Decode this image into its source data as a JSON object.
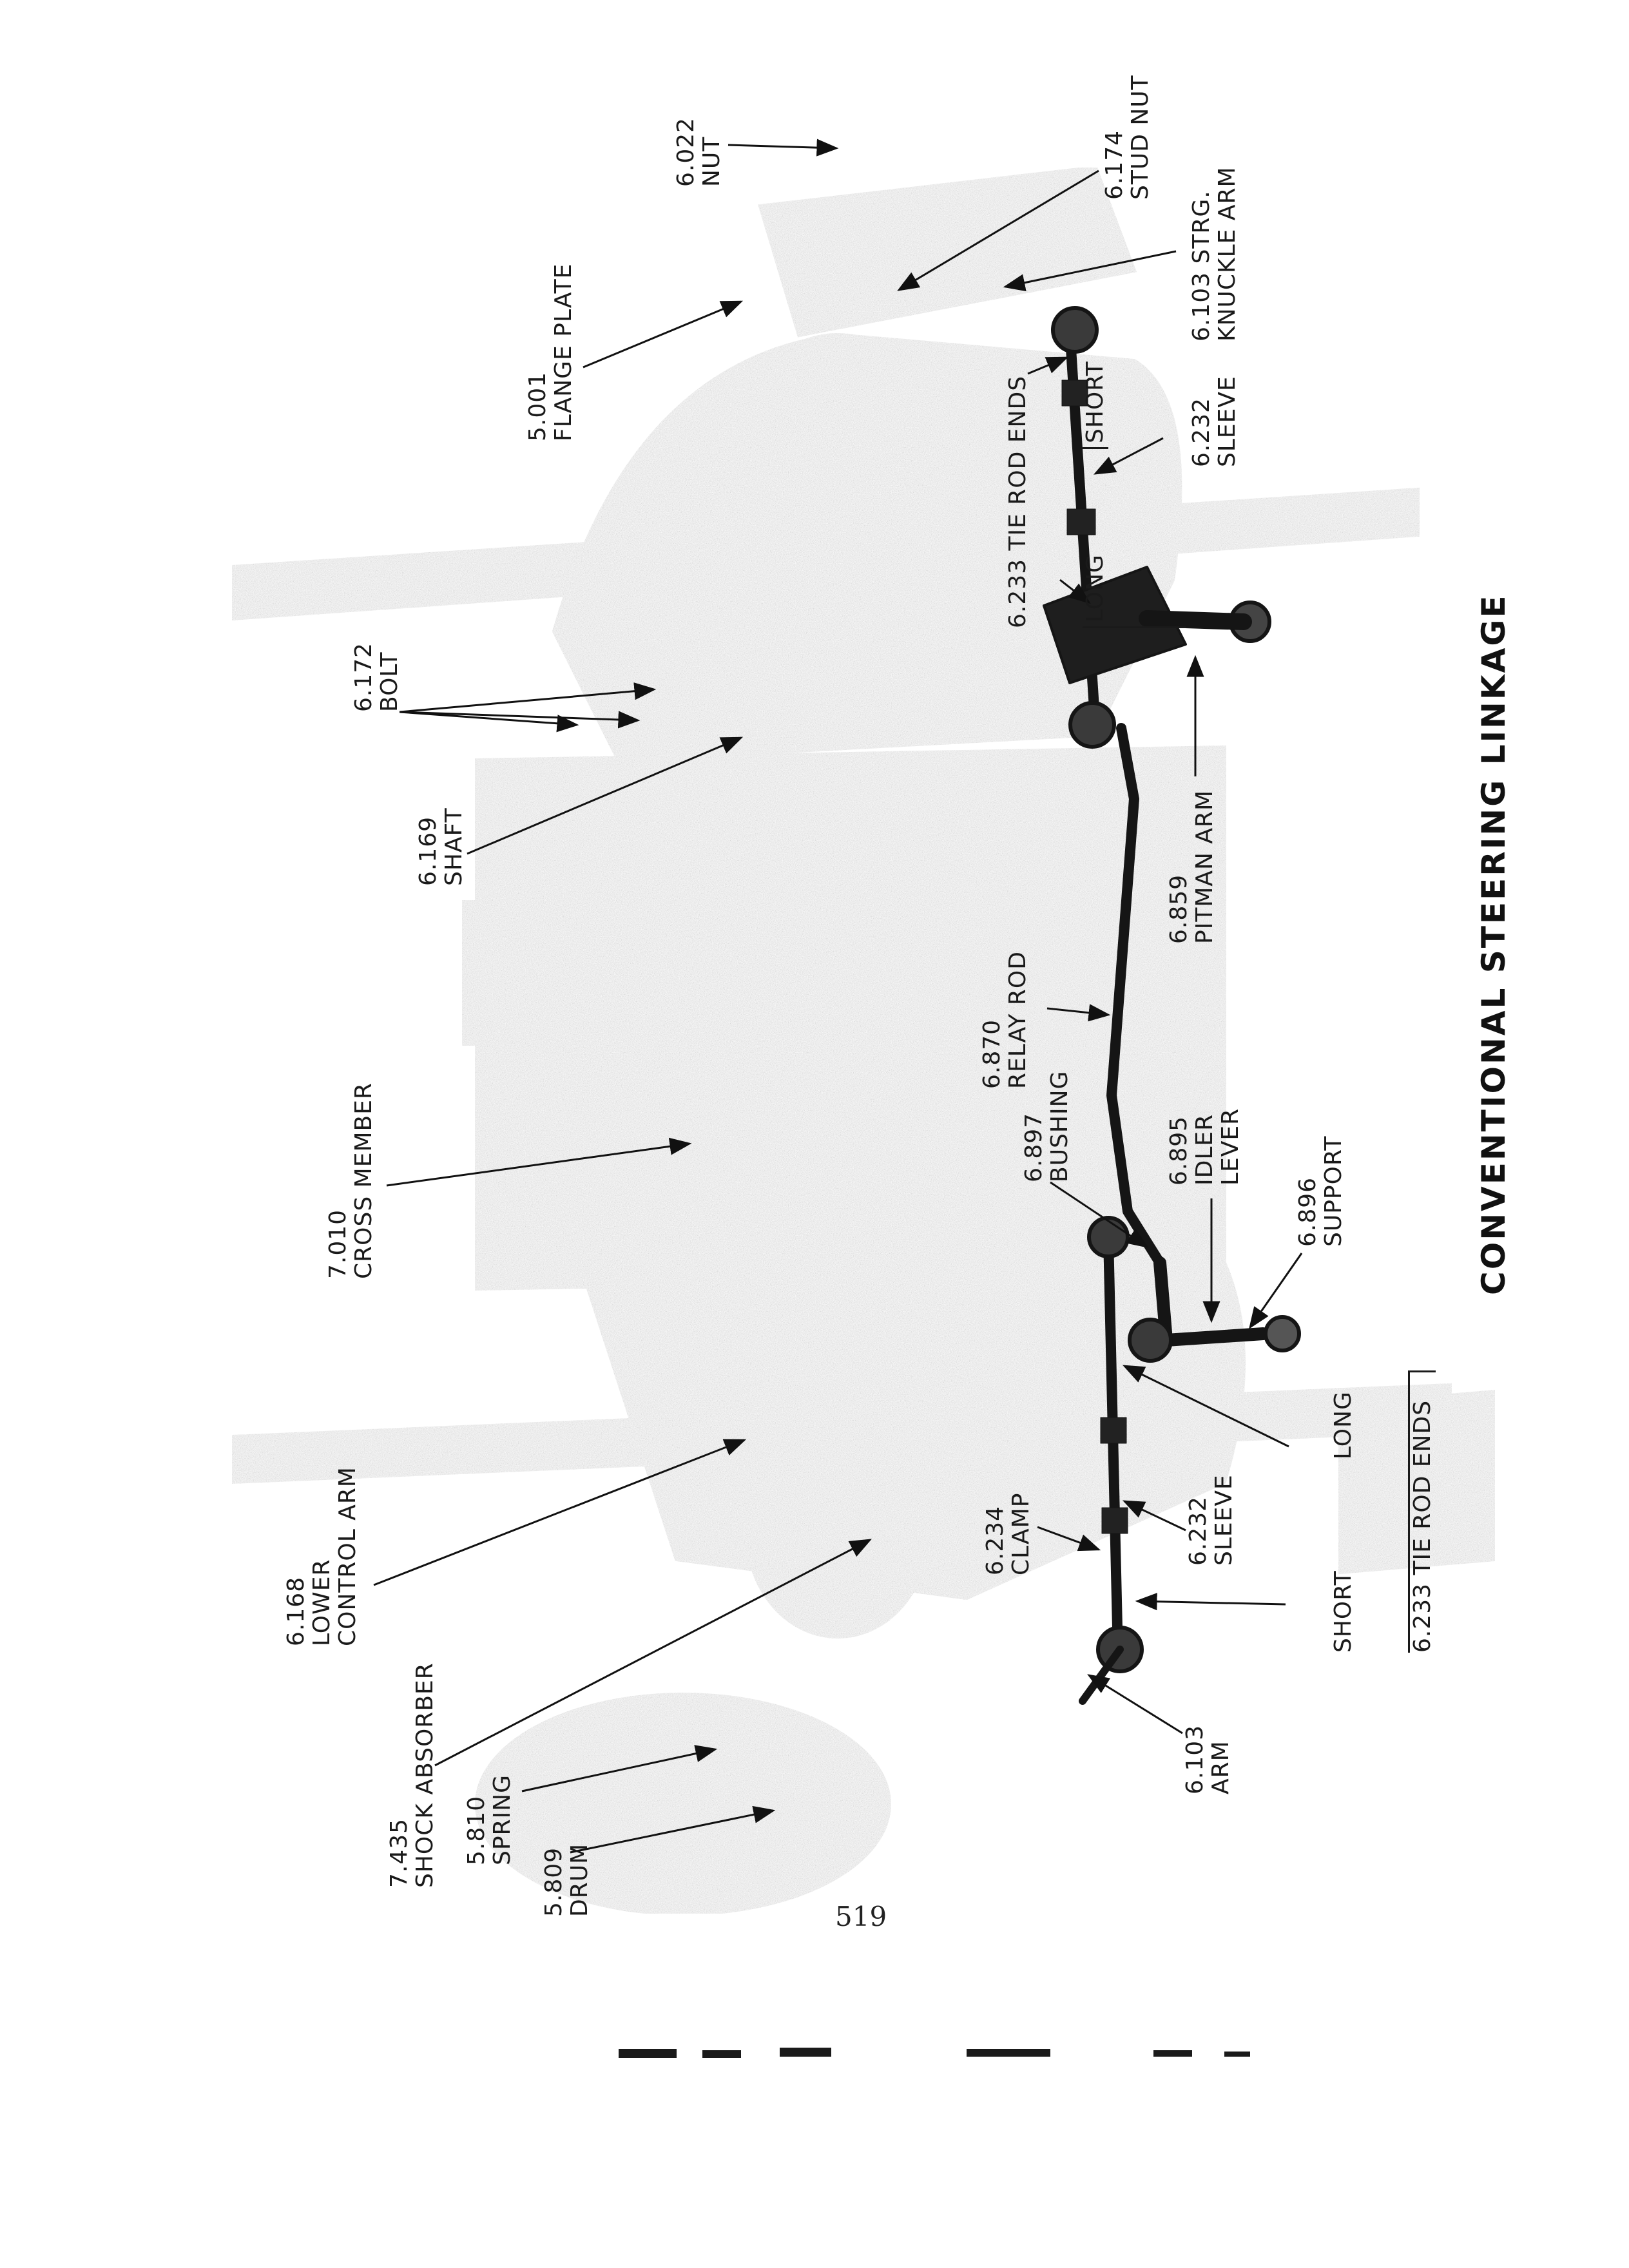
{
  "labels": {
    "nut": [
      "6.022",
      "NUT"
    ],
    "flange_plate": [
      "5.001",
      "FLANGE PLATE"
    ],
    "stud_nut": [
      "6.174",
      "STUD NUT"
    ],
    "strg_knuckle_arm": [
      "6.103 STRG.",
      "KNUCKLE ARM"
    ],
    "sleeve_right": [
      "6.232",
      "SLEEVE"
    ],
    "tie_rod_ends_right": {
      "head": "6.233 TIE ROD ENDS",
      "long": "LONG",
      "short": "SHORT"
    },
    "bolt": [
      "6.172",
      "BOLT"
    ],
    "shaft": [
      "6.169",
      "SHAFT"
    ],
    "pitman_arm": [
      "6.859",
      "PITMAN ARM"
    ],
    "relay_rod": [
      "6.870",
      "RELAY ROD"
    ],
    "cross_member": [
      "7.010",
      "CROSS MEMBER"
    ],
    "bushing": [
      "6.897",
      "BUSHING"
    ],
    "idler_lever": [
      "6.895",
      "IDLER",
      "LEVER"
    ],
    "support": [
      "6.896",
      "SUPPORT"
    ],
    "lower_control_arm": [
      "6.168",
      "LOWER",
      "CONTROL ARM"
    ],
    "tie_rod_ends_left": {
      "long": "LONG",
      "short": "SHORT",
      "head": "6.233 TIE ROD ENDS"
    },
    "clamp": [
      "6.234",
      "CLAMP"
    ],
    "sleeve_left": [
      "6.232",
      "SLEEVE"
    ],
    "shock_absorber": [
      "7.435",
      "SHOCK ABSORBER"
    ],
    "spring": [
      "5.810",
      "SPRING"
    ],
    "drum": [
      "5.809",
      "DRUM"
    ],
    "arm": [
      "6.103",
      "ARM"
    ]
  },
  "title": "CONVENTIONAL STEERING LINKAGE",
  "page_number": "519"
}
